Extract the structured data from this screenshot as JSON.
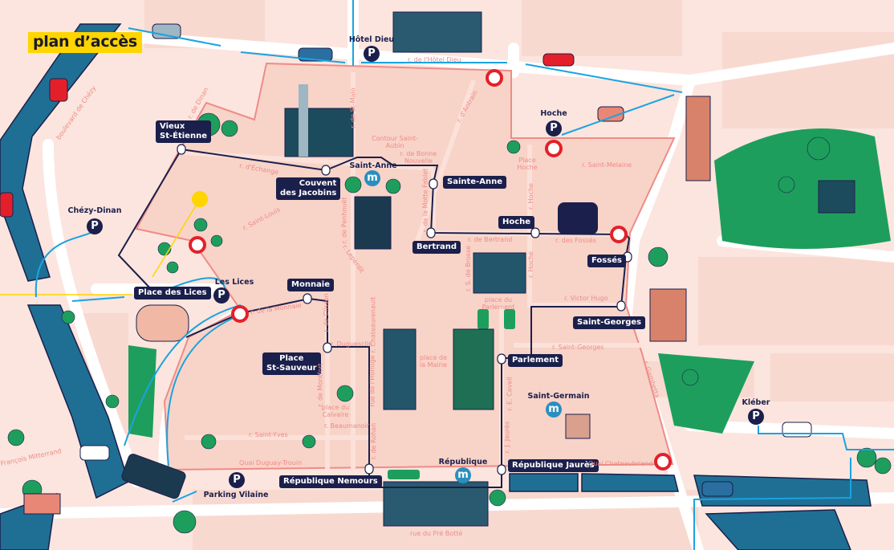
{
  "title": "plan d’accès",
  "colors": {
    "background": "#fbe5de",
    "zone": "#f8d3c8",
    "zone_border": "#ee8c86",
    "tram": "#1b1f4b",
    "arrow": "#1aa3e0",
    "river": "#1f6f95",
    "park": "#1e9e5c",
    "restricted": "#e3202a",
    "highlight": "#ffd500",
    "metro": "#2a8fbf"
  },
  "parkings": [
    {
      "name": "Hôtel Dieu",
      "icon": "P"
    },
    {
      "name": "Hoche",
      "icon": "P"
    },
    {
      "name": "Chézy-Dinan",
      "icon": "P"
    },
    {
      "name": "Les Lices",
      "icon": "P"
    },
    {
      "name": "Parking Vilaine",
      "icon": "P"
    },
    {
      "name": "Kléber",
      "icon": "P"
    }
  ],
  "metro_stations": [
    {
      "name": "Saint-Anne",
      "icon": "m"
    },
    {
      "name": "République",
      "icon": "m"
    },
    {
      "name": "Saint-Germain",
      "icon": "m"
    }
  ],
  "stops": [
    {
      "line1": "Vieux",
      "line2": "St-Étienne"
    },
    {
      "line1": "Couvent",
      "line2": "des Jacobins"
    },
    {
      "line1": "Sainte-Anne"
    },
    {
      "line1": "Hoche"
    },
    {
      "line1": "Bertrand"
    },
    {
      "line1": "Fossés"
    },
    {
      "line1": "Saint-Georges"
    },
    {
      "line1": "Parlement"
    },
    {
      "line1": "Monnaie"
    },
    {
      "line1": "Place",
      "line2": "St-Sauveur"
    },
    {
      "line1": "Place des Lices"
    },
    {
      "line1": "République Nemours"
    },
    {
      "line1": "République Jaurès"
    }
  ],
  "streets": [
    "boulevard de Chézy",
    "r. de Dinan",
    "r. de l'Hôtel Dieu",
    "r. de St-Malo",
    "r. d'Antrain",
    "Contour Saint-Aubin",
    "r. de Bonne Nouvelle",
    "r. d'Échange",
    "r. Saint-Louis",
    "r. de Penhouët",
    "r. de la Motte Fablet",
    "Place Hoche",
    "r. Saint-Melaine",
    "r. Hoche",
    "r. de Bertrand",
    "r. des Fossés",
    "r. S. de Brosse",
    "r. Hoche",
    "place du Parlement",
    "r. Victor Hugo",
    "r. Saint-Georges",
    "r. Gambetta",
    "r. Leperdit",
    "r. Chateaurenault",
    "r. de Clisson",
    "r. de la Monnaie",
    "r. Duguesclin",
    "r. de Montfort",
    "place du Calvaire",
    "r. Beaumanoir",
    "r. Saint-Yves",
    "Quai Duguay-Trouin",
    "rue de l'Horloge",
    "r. de Rohan",
    "place de la Mairie",
    "r. E. Cavell",
    "r. J. Jaurès",
    "Quai Chateaubriand",
    "rue du Pré Botté",
    "François Mitterrand"
  ]
}
